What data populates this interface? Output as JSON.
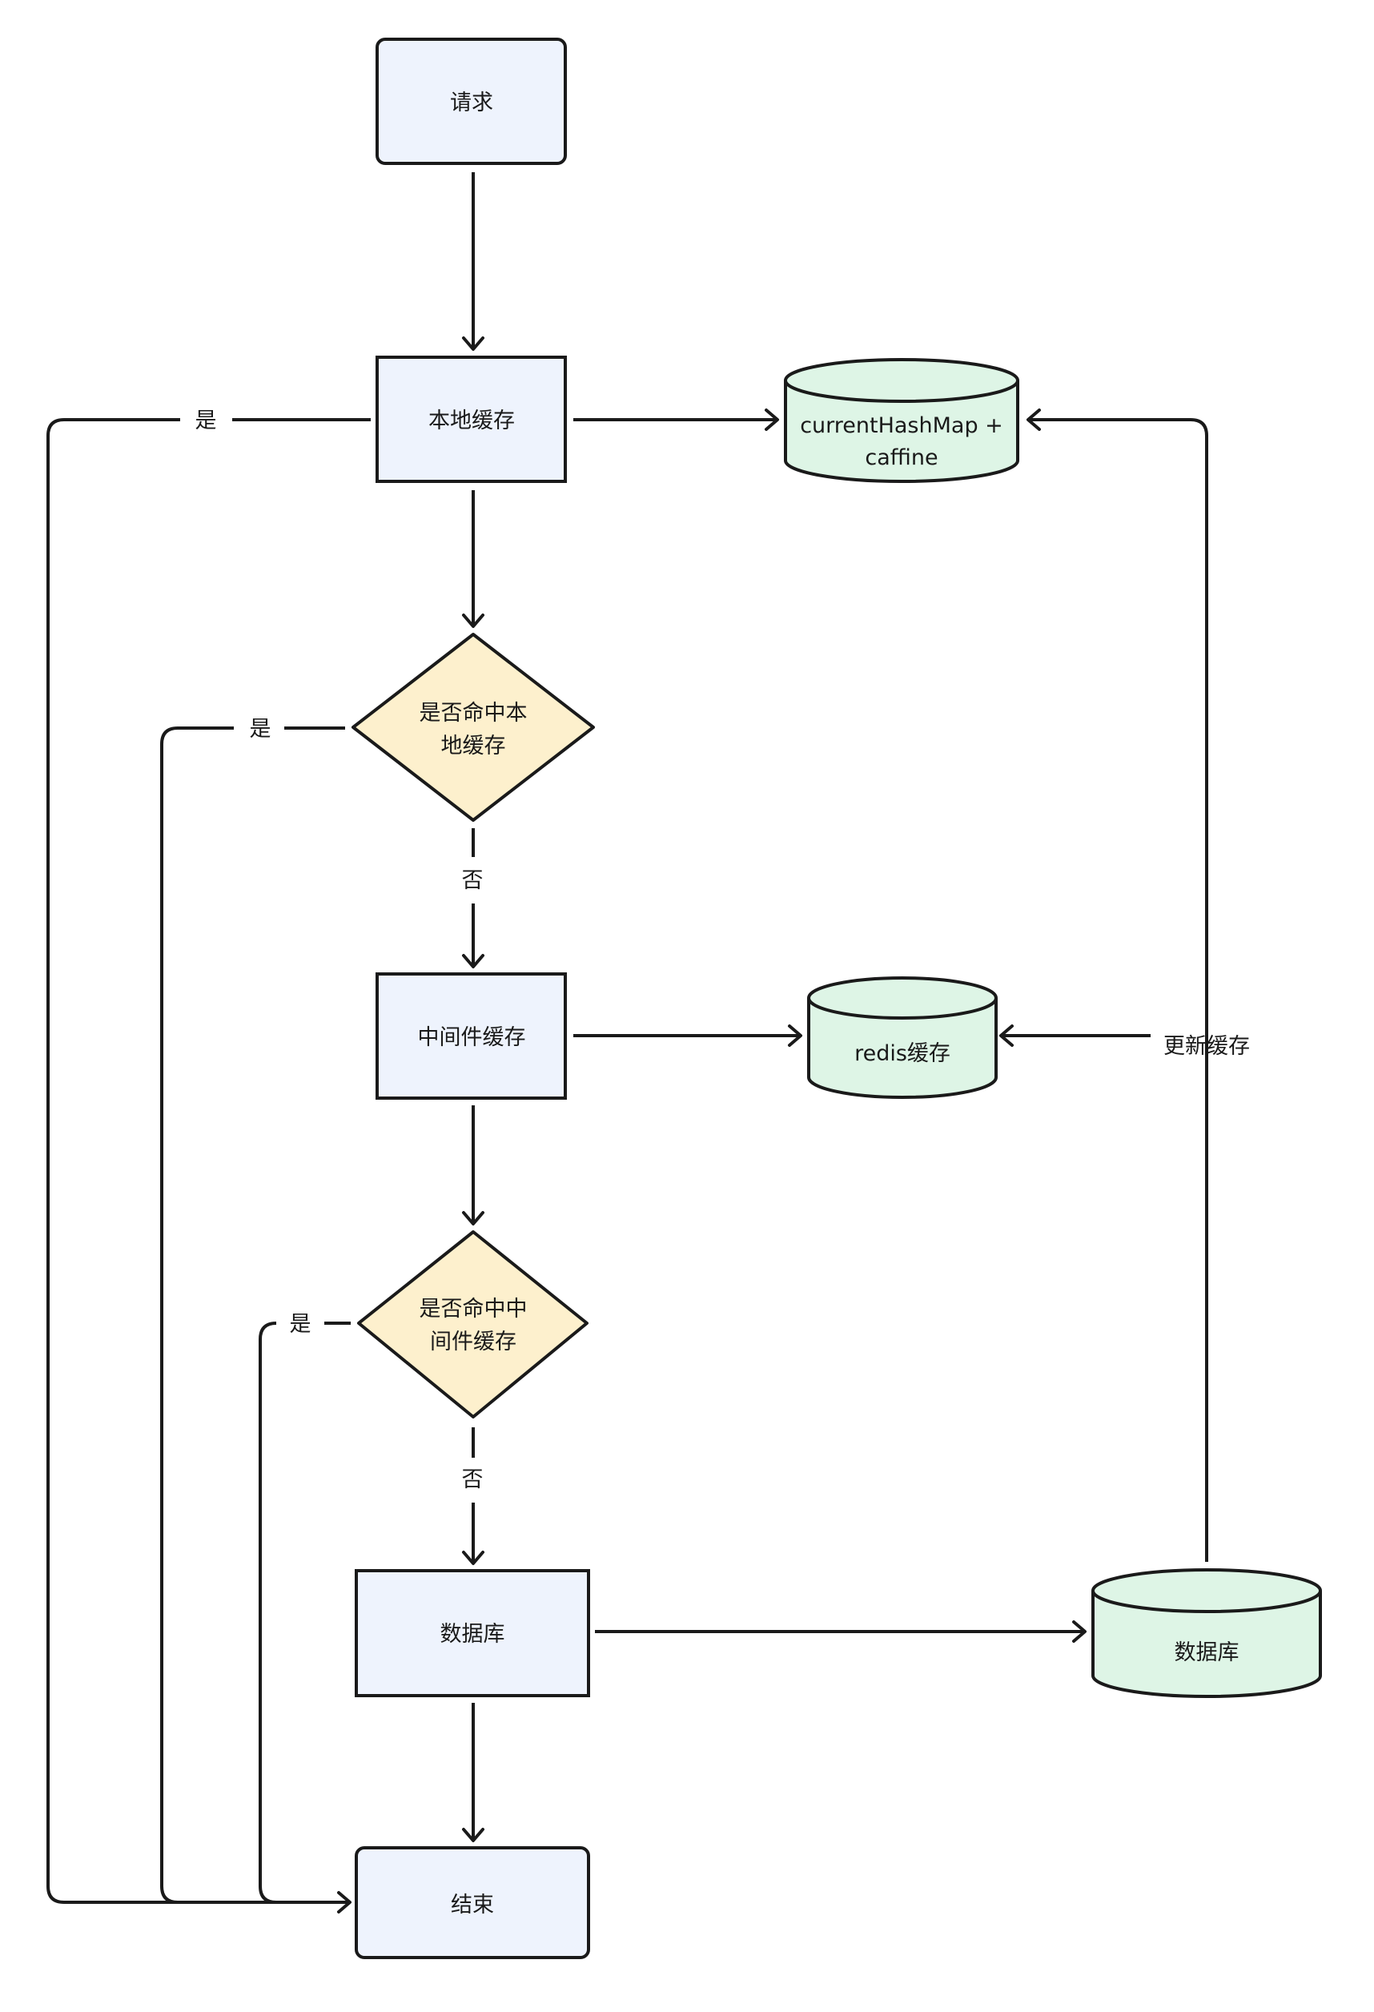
{
  "nodes": {
    "request": "请求",
    "local_cache": "本地缓存",
    "hit_local_l1": "是否命中本",
    "hit_local_l2": "地缓存",
    "mid_cache": "中间件缓存",
    "hit_mid_l1": "是否命中中",
    "hit_mid_l2": "间件缓存",
    "database": "数据库",
    "end": "结束"
  },
  "stores": {
    "local_store_l1": "currentHashMap +",
    "local_store_l2": "caffine",
    "redis_store": "redis缓存",
    "db_store": "数据库"
  },
  "edge_labels": {
    "yes_local_cache": "是",
    "yes_hit_local": "是",
    "no_hit_local": "否",
    "yes_hit_mid": "是",
    "no_hit_mid": "否",
    "update_cache": "更新缓存"
  }
}
